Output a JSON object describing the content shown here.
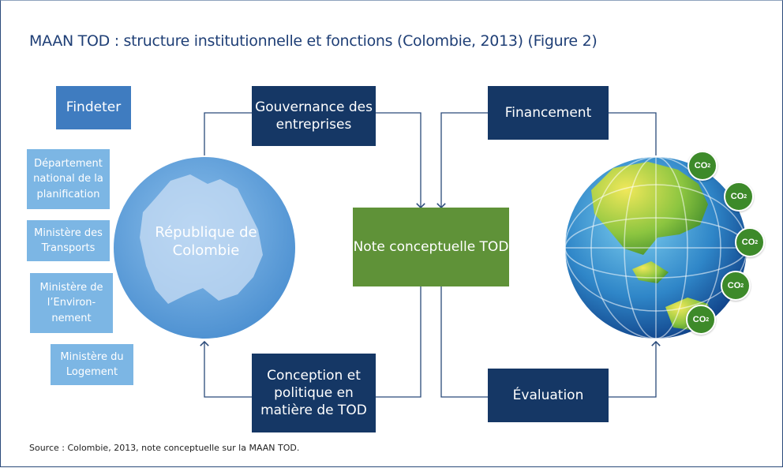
{
  "title": "MAAN TOD : structure institutionnelle et fonctions (Colombie, 2013) (Figure 2)",
  "source": "Source : Colombie, 2013, note conceptuelle sur la MAAN TOD.",
  "findeter": "Findeter",
  "ministries": [
    "Département national de la planification",
    "Ministère des Transports",
    "Ministère de l’Environ-nement",
    "Ministère du Logement"
  ],
  "colombia_globe_label": "République de Colombie",
  "boxes": {
    "gouvernance": "Gouvernance des entreprises",
    "financement": "Financement",
    "note": "Note conceptuelle TOD",
    "conception": "Conception et politique en matière de TOD",
    "evaluation": "Évaluation"
  },
  "co2_label": "CO",
  "co2_sub": "2",
  "colors": {
    "navy": "#153765",
    "green": "#5f9238",
    "mid_blue": "#3f7cc0",
    "light_blue": "#7cb6e4",
    "arrow": "#2a4a7a"
  }
}
